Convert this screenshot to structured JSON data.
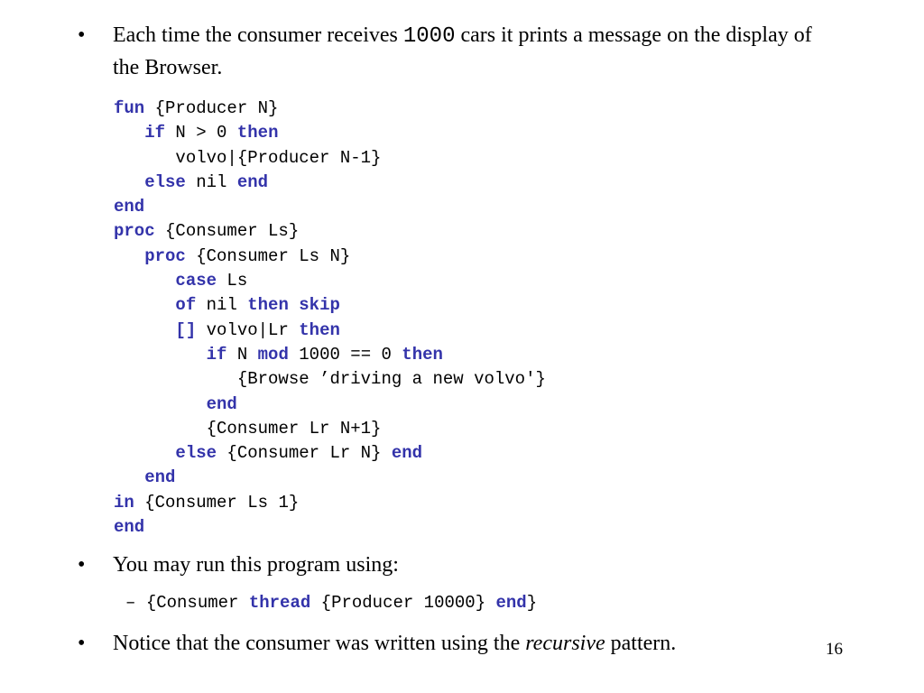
{
  "bullet_char": "•",
  "bullets": [
    {
      "before": "Each time the consumer receives ",
      "code": "1000",
      "after": " cars it prints a message on the display of the Browser."
    },
    {
      "text": "You may run this program using:"
    },
    {
      "before": "Notice that the consumer was written using the ",
      "emph": "recursive",
      "after": " pattern."
    }
  ],
  "code_lines": [
    {
      "indent": "",
      "segs": [
        {
          "kw": "fun"
        },
        {
          "t": " {Producer N}"
        }
      ]
    },
    {
      "indent": "   ",
      "segs": [
        {
          "kw": "if"
        },
        {
          "t": " N > 0 "
        },
        {
          "kw": "then"
        }
      ]
    },
    {
      "indent": "      ",
      "segs": [
        {
          "t": "volvo|{Producer N-1}"
        }
      ]
    },
    {
      "indent": "   ",
      "segs": [
        {
          "kw": "else"
        },
        {
          "t": " nil "
        },
        {
          "kw": "end"
        }
      ]
    },
    {
      "indent": "",
      "segs": [
        {
          "kw": "end"
        }
      ]
    },
    {
      "indent": "",
      "segs": [
        {
          "kw": "proc"
        },
        {
          "t": " {Consumer Ls}"
        }
      ]
    },
    {
      "indent": "   ",
      "segs": [
        {
          "kw": "proc"
        },
        {
          "t": " {Consumer Ls N}"
        }
      ]
    },
    {
      "indent": "      ",
      "segs": [
        {
          "kw": "case"
        },
        {
          "t": " Ls"
        }
      ]
    },
    {
      "indent": "      ",
      "segs": [
        {
          "kw": "of"
        },
        {
          "t": " nil "
        },
        {
          "kw": "then"
        },
        {
          "t": " "
        },
        {
          "kw": "skip"
        }
      ]
    },
    {
      "indent": "      ",
      "segs": [
        {
          "kw": "[]"
        },
        {
          "t": " volvo|Lr "
        },
        {
          "kw": "then"
        }
      ]
    },
    {
      "indent": "         ",
      "segs": [
        {
          "kw": "if"
        },
        {
          "t": " N "
        },
        {
          "kw": "mod"
        },
        {
          "t": " 1000 == 0 "
        },
        {
          "kw": "then"
        }
      ]
    },
    {
      "indent": "            ",
      "segs": [
        {
          "t": "{Browse ’driving a new volvo'}"
        }
      ]
    },
    {
      "indent": "         ",
      "segs": [
        {
          "kw": "end"
        }
      ]
    },
    {
      "indent": "         ",
      "segs": [
        {
          "t": "{Consumer Lr N+1}"
        }
      ]
    },
    {
      "indent": "      ",
      "segs": [
        {
          "kw": "else"
        },
        {
          "t": " {Consumer Lr N} "
        },
        {
          "kw": "end"
        }
      ]
    },
    {
      "indent": "   ",
      "segs": [
        {
          "kw": "end"
        }
      ]
    },
    {
      "indent": "",
      "segs": [
        {
          "kw": "in"
        },
        {
          "t": " {Consumer Ls 1}"
        }
      ]
    },
    {
      "indent": "",
      "segs": [
        {
          "kw": "end"
        }
      ]
    }
  ],
  "sub_item": {
    "dash": "–",
    "segs": [
      {
        "t": "{Consumer "
      },
      {
        "kw": "thread"
      },
      {
        "t": " {Producer 10000} "
      },
      {
        "kw": "end"
      },
      {
        "t": "}"
      }
    ]
  },
  "page_number": "16",
  "colors": {
    "keyword": "#3333aa",
    "text": "#000000"
  }
}
